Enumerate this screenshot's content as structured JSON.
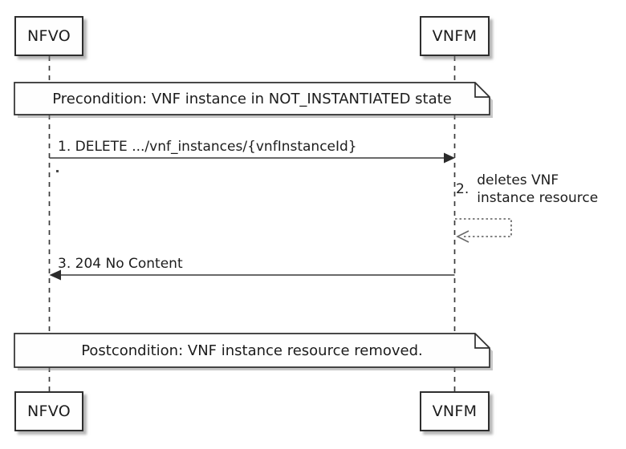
{
  "diagram": {
    "type": "uml-sequence",
    "participants": [
      {
        "id": "nfvo",
        "label": "NFVO"
      },
      {
        "id": "vnfm",
        "label": "VNFM"
      }
    ],
    "notes": {
      "precondition": "Precondition: VNF instance in NOT_INSTANTIATED state",
      "postcondition": "Postcondition: VNF instance resource removed."
    },
    "messages": [
      {
        "label": "1. DELETE .../vnf_instances/{vnfInstanceId}",
        "from": "NFVO",
        "to": "VNFM",
        "line": "solid-arrow"
      },
      {
        "number": "2.",
        "lines": [
          "deletes VNF",
          "instance resource"
        ],
        "from": "VNFM",
        "to": "VNFM",
        "line": "dotted-self-arrow"
      },
      {
        "label": "3. 204 No Content",
        "from": "VNFM",
        "to": "NFVO",
        "line": "solid-arrow"
      }
    ],
    "colors": {
      "line": "#303030",
      "fill": "#FEFEFE",
      "shadow": "#9E9E9E",
      "text": "#1C1C1C",
      "background": "#FFFFFF"
    }
  }
}
